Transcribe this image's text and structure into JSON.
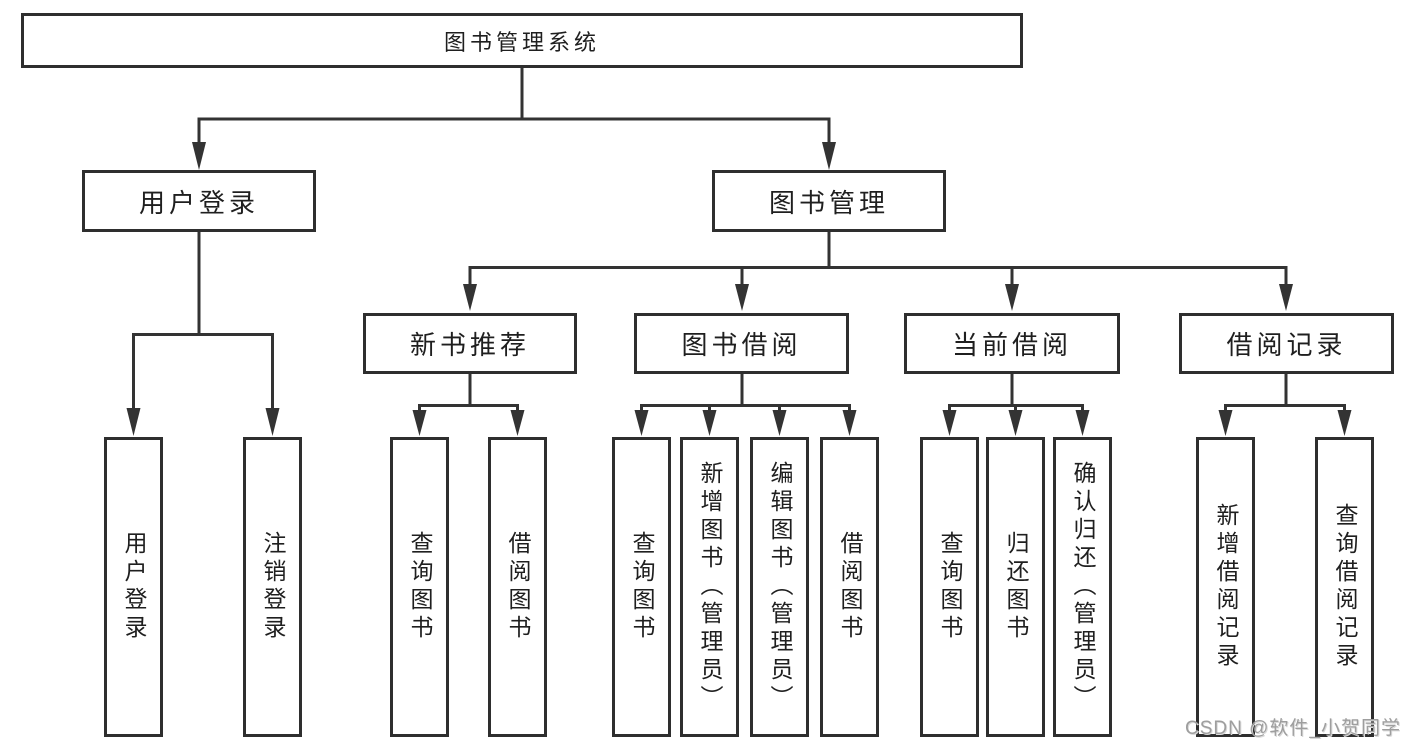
{
  "diagram_title": "图书管理系统",
  "watermark": {
    "text": "CSDN @软件_小贺同学"
  },
  "colors": {
    "background": "#ffffff",
    "line": "#333333",
    "box_border": "#2e2e2e",
    "text": "#1f1f1f",
    "watermark": "#9e9e9e"
  },
  "tree": {
    "root": {
      "label": "图书管理系统",
      "children": [
        {
          "label": "用户登录",
          "children": [
            {
              "label": "用户登录"
            },
            {
              "label": "注销登录"
            }
          ]
        },
        {
          "label": "图书管理",
          "children": [
            {
              "label": "新书推荐",
              "children": [
                {
                  "label": "查询图书"
                },
                {
                  "label": "借阅图书"
                }
              ]
            },
            {
              "label": "图书借阅",
              "children": [
                {
                  "label": "查询图书"
                },
                {
                  "label": "新增图书（管理员）"
                },
                {
                  "label": "编辑图书（管理员）"
                },
                {
                  "label": "借阅图书"
                }
              ]
            },
            {
              "label": "当前借阅",
              "children": [
                {
                  "label": "查询图书"
                },
                {
                  "label": "归还图书"
                },
                {
                  "label": "确认归还（管理员）"
                }
              ]
            },
            {
              "label": "借阅记录",
              "children": [
                {
                  "label": "新增借阅记录"
                },
                {
                  "label": "查询借阅记录"
                }
              ]
            }
          ]
        }
      ]
    }
  }
}
